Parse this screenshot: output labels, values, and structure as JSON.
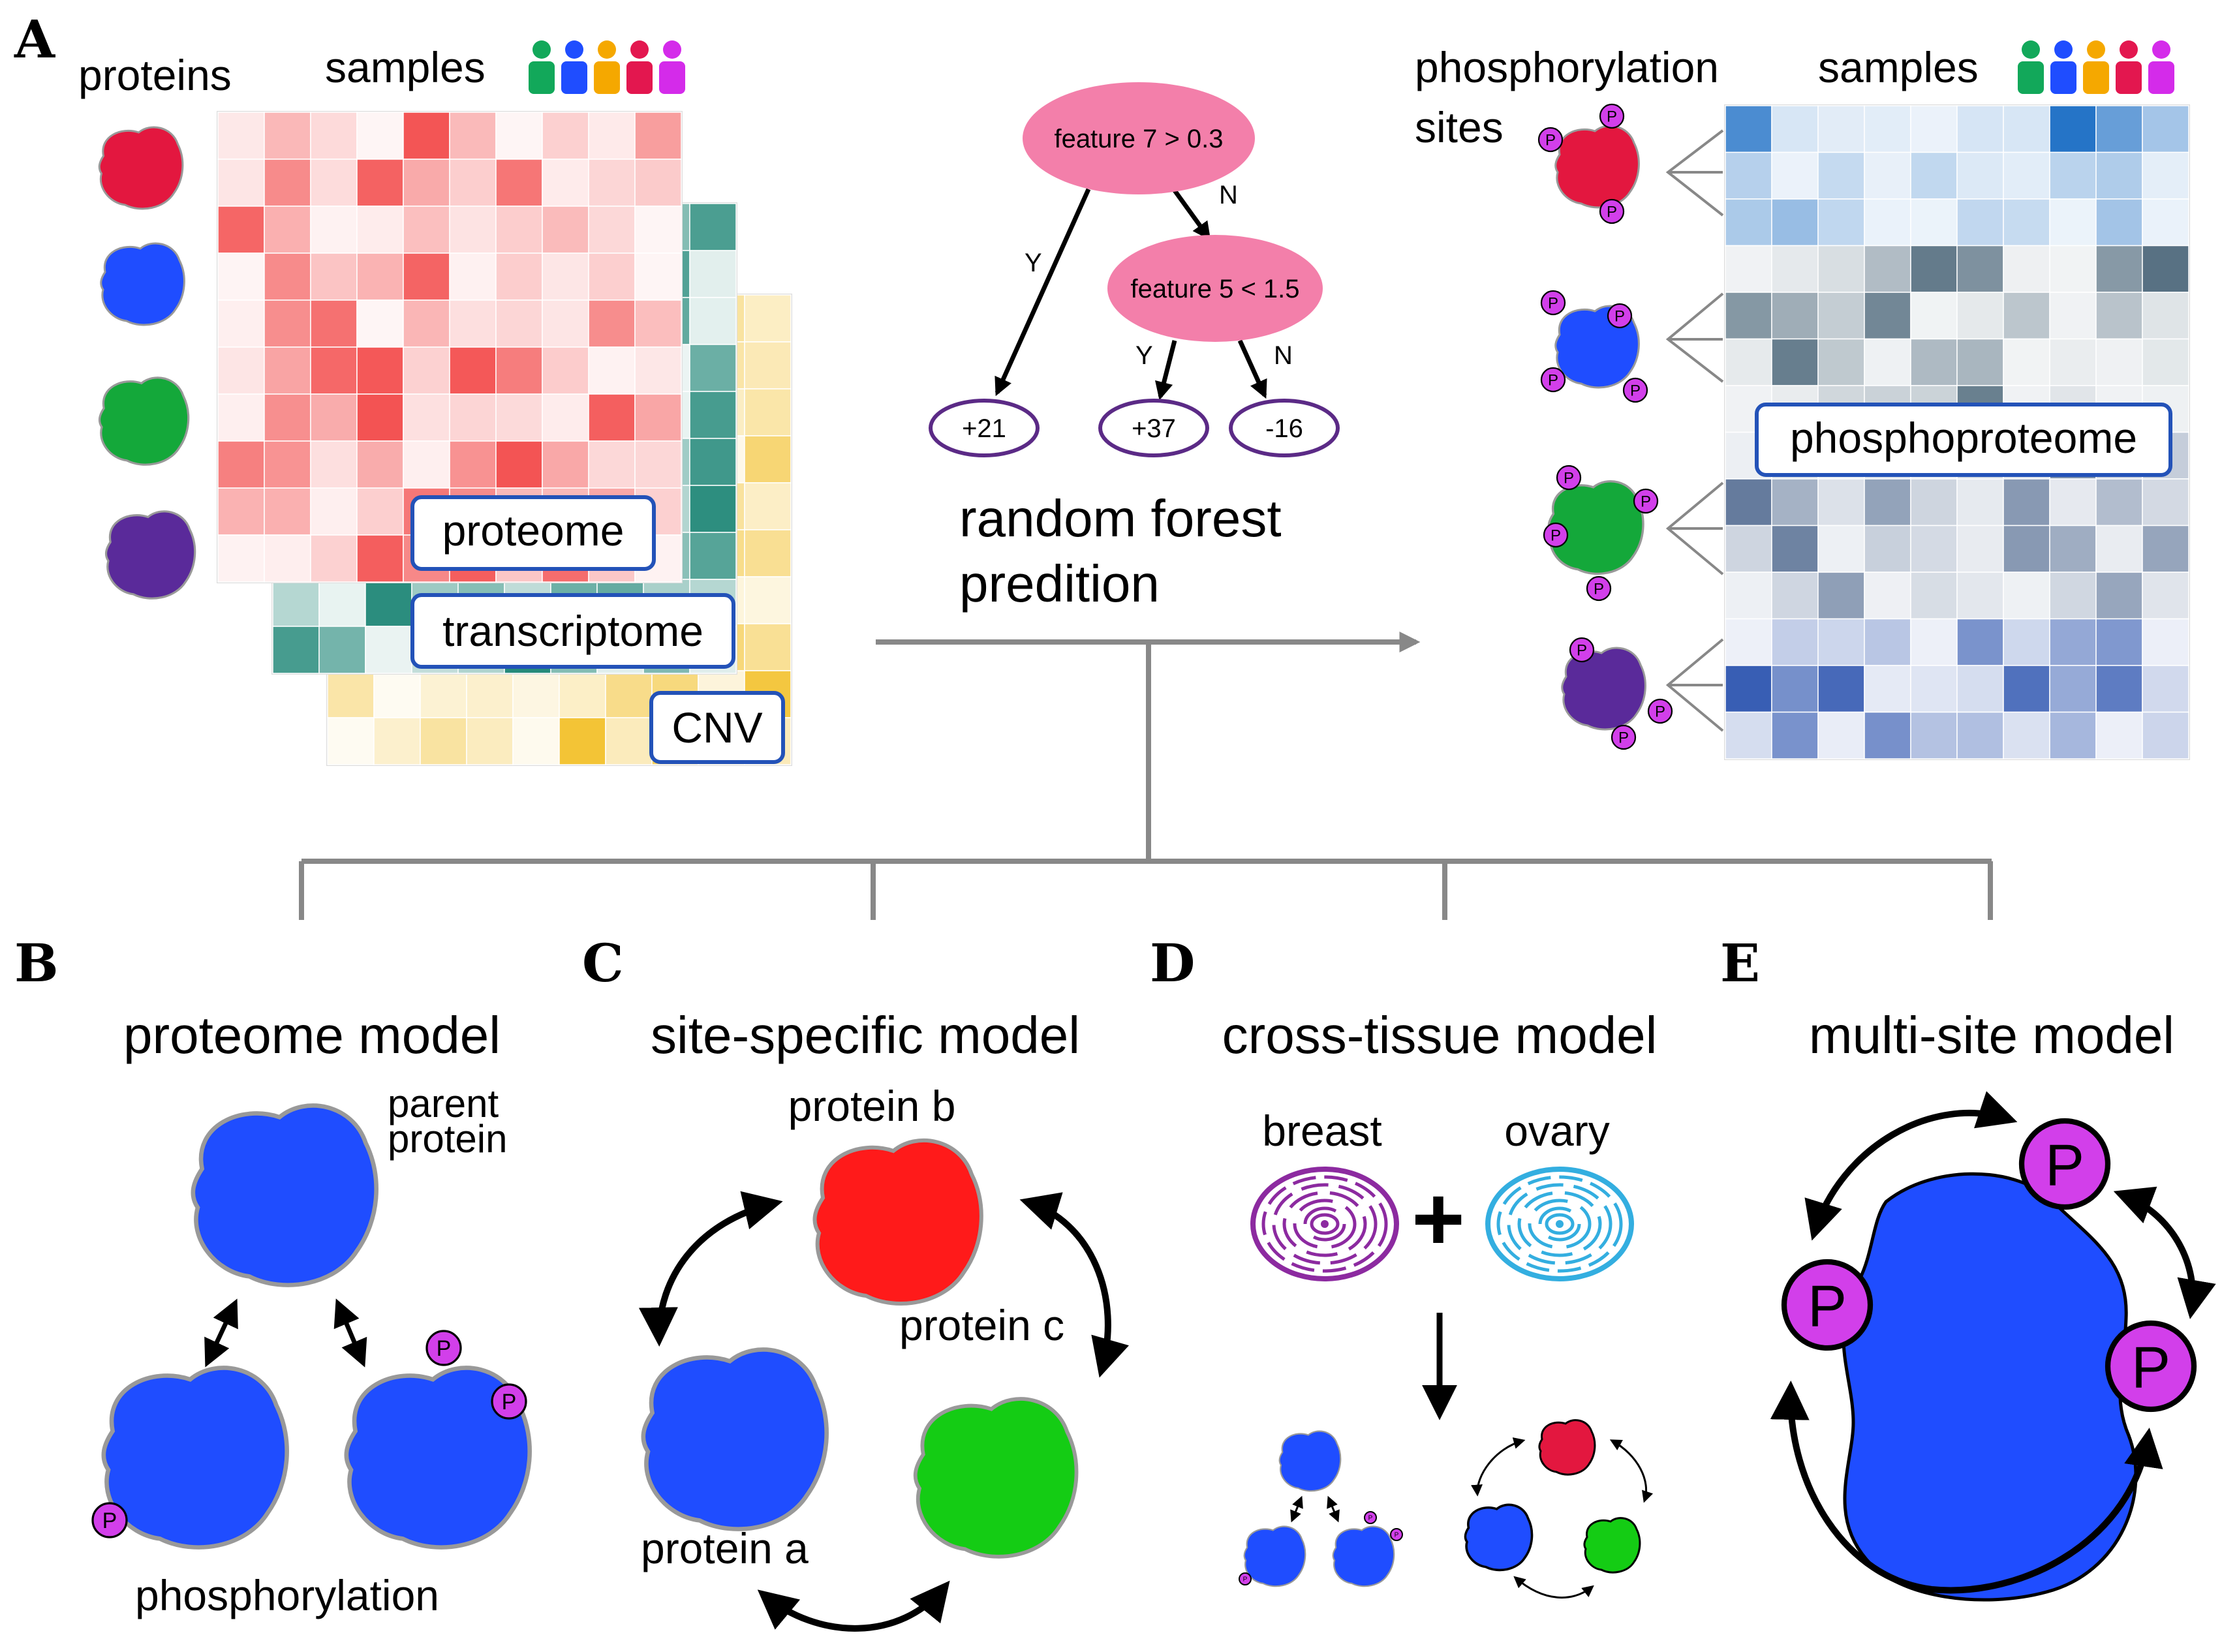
{
  "panels": {
    "a": {
      "letter": "A",
      "proteins_label": "proteins",
      "samples_label_left": "samples",
      "proteome_label": "proteome",
      "transcriptome_label": "transcriptome",
      "cnv_label": "CNV",
      "tree": {
        "root": "feature 7 > 0.3",
        "inner": "feature 5 < 1.5",
        "yes": "Y",
        "no": "N",
        "leaves": [
          "+21",
          "+37",
          "-16"
        ]
      },
      "rf_line1": "random forest",
      "rf_line2": "predition",
      "phospho_line1": "phosphorylation",
      "phospho_line2": "sites",
      "samples_label_right": "samples",
      "phosphoproteome_label": "phosphoproteome"
    },
    "b": {
      "letter": "B",
      "title": "proteome model",
      "parent_line1": "parent",
      "parent_line2": "protein",
      "bottom": "phosphorylation"
    },
    "c": {
      "letter": "C",
      "title": "site-specific model",
      "protein_a": "protein a",
      "protein_b": "protein b",
      "protein_c": "protein c"
    },
    "d": {
      "letter": "D",
      "title": "cross-tissue model",
      "tissue1": "breast",
      "tissue2": "ovary",
      "plus": "+"
    },
    "e": {
      "letter": "E",
      "title": "multi-site model"
    }
  },
  "phospho_symbol": "P",
  "colors": {
    "protein_red": "#e3173f",
    "protein_blue": "#1f4dff",
    "protein_green": "#14a83a",
    "protein_purple": "#5a2a9a",
    "phospho": "#d23fea",
    "tree_node": "#f37faa",
    "leaf_border": "#5b2a86",
    "label_border": "#2352b8",
    "connector": "#888888",
    "breast": "#8c2aa0",
    "ovary": "#33aee0",
    "sample_people": [
      "#12a85a",
      "#1f4dff",
      "#f5a800",
      "#e3174f",
      "#d42bea"
    ]
  }
}
